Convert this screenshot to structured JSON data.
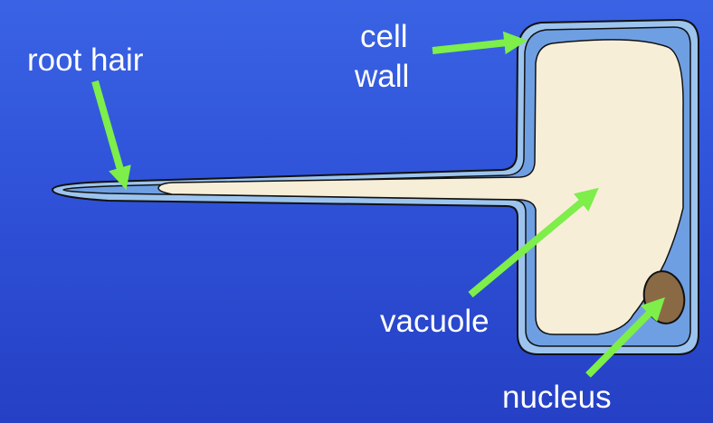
{
  "labels": {
    "root_hair": "root hair",
    "cell": "cell",
    "wall": "wall",
    "vacuole": "vacuole",
    "nucleus": "nucleus"
  },
  "colors": {
    "background": "#2f52d8",
    "cell_wall": "#9cc4ee",
    "cytoplasm": "#7aa8e6",
    "vacuole": "#f7eed8",
    "nucleus": "#8a6a44",
    "arrow": "#7dee4a",
    "outline": "#111111"
  }
}
